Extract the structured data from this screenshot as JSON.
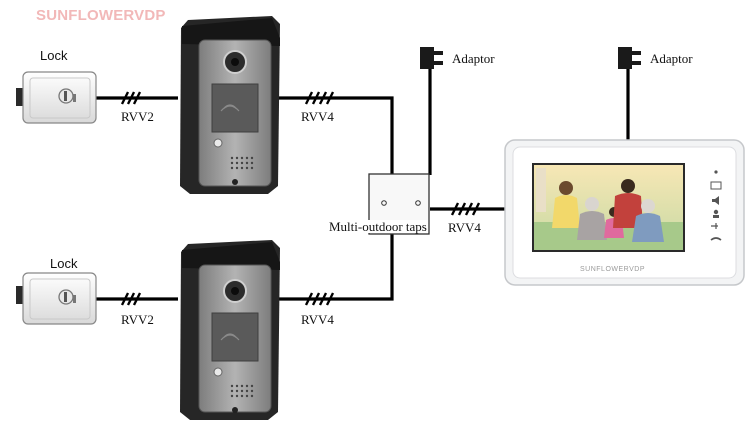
{
  "brand": {
    "watermark": "SUNFLOWERVDP",
    "monitor_logo": "SUNFLOWERVDP"
  },
  "locks": [
    {
      "label": "Lock"
    },
    {
      "label": "Lock"
    }
  ],
  "adaptors": [
    {
      "label": "Adaptor"
    },
    {
      "label": "Adaptor"
    }
  ],
  "cables": {
    "lock_to_door_top": "RVV2",
    "lock_to_door_bottom": "RVV2",
    "door_to_taps_top": "RVV4",
    "door_to_taps_bottom": "RVV4",
    "taps_to_monitor": "RVV4"
  },
  "junction": {
    "label": "Multi-outdoor taps"
  },
  "monitor": {
    "buttons": [
      "power-icon",
      "message-icon",
      "volume-icon",
      "user-icon",
      "unlock-icon",
      "hangup-icon"
    ]
  },
  "colors": {
    "wire": "#000000",
    "door_bezel": "#2b2b2b",
    "door_panel": "#9a9a9a",
    "monitor_body": "#f0f1f2",
    "watermark": "#f2b8b8"
  }
}
